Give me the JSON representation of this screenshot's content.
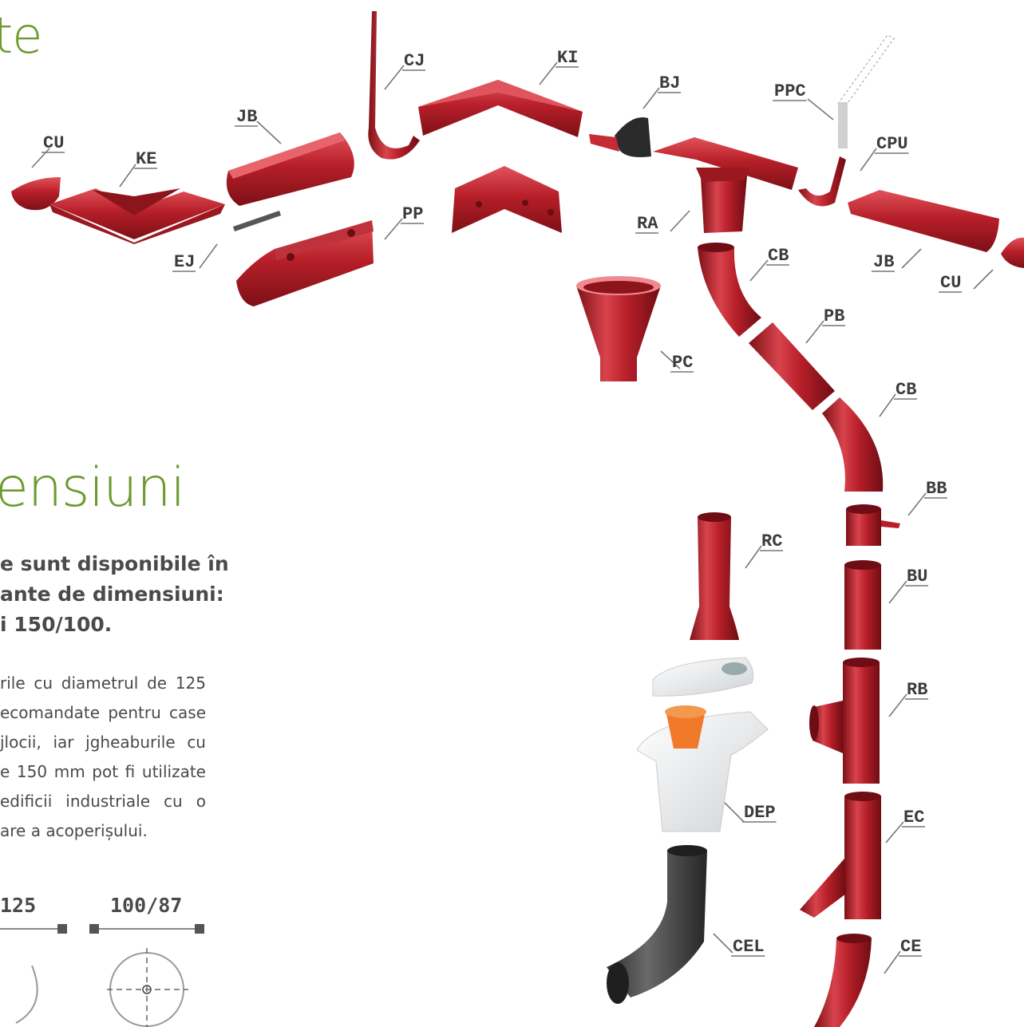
{
  "headings": {
    "top_fragment": "te",
    "section_fragment": "ensiuni"
  },
  "lead_lines": [
    "e sunt disponibile în",
    "ante de dimensiuni:",
    "i 150/100."
  ],
  "body_lines": [
    "rile cu diametrul de 125",
    "ecomandate pentru case",
    "jlocii, iar jgheaburile cu",
    "e 150 mm pot fi utilizate",
    "edificii industriale cu o",
    "are a acoperișului."
  ],
  "dimensions": [
    {
      "label": "125"
    },
    {
      "label": "100/87"
    }
  ],
  "parts": [
    {
      "code": "CU"
    },
    {
      "code": "KE"
    },
    {
      "code": "JB"
    },
    {
      "code": "CJ"
    },
    {
      "code": "KI"
    },
    {
      "code": "BJ"
    },
    {
      "code": "PPC"
    },
    {
      "code": "CPU"
    },
    {
      "code": "EJ"
    },
    {
      "code": "PP"
    },
    {
      "code": "RA"
    },
    {
      "code": "CB"
    },
    {
      "code": "JB"
    },
    {
      "code": "CU"
    },
    {
      "code": "PB"
    },
    {
      "code": "PC"
    },
    {
      "code": "CB"
    },
    {
      "code": "BB"
    },
    {
      "code": "RC"
    },
    {
      "code": "BU"
    },
    {
      "code": "RB"
    },
    {
      "code": "DEP"
    },
    {
      "code": "EC"
    },
    {
      "code": "CEL"
    },
    {
      "code": "CE"
    }
  ],
  "colors": {
    "accent_green": "#6b9a2e",
    "product_red": "#b5202a",
    "text_gray": "#4a4a4a"
  }
}
